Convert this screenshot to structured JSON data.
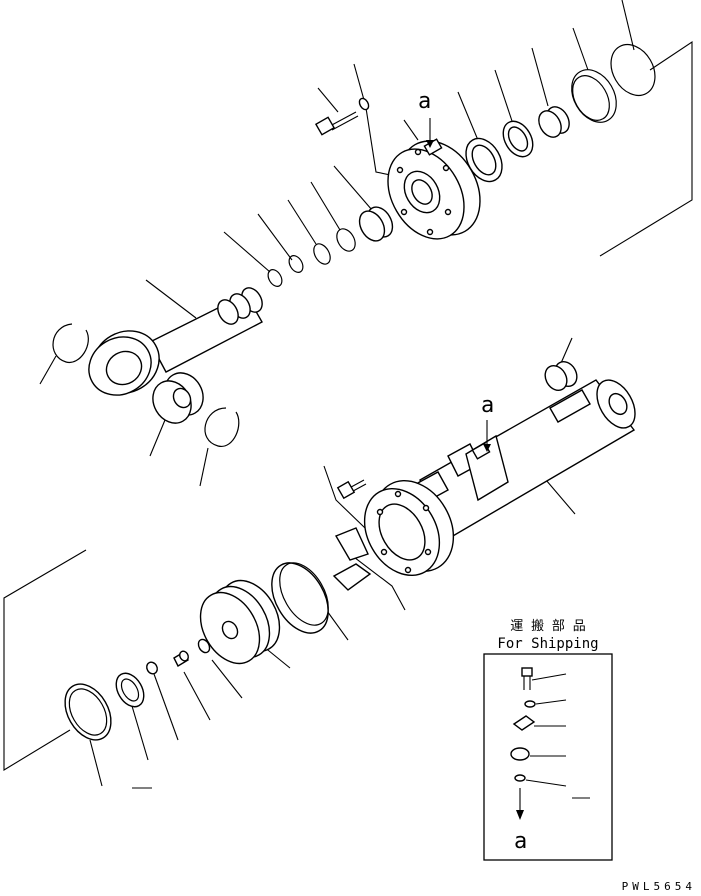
{
  "labels": {
    "view_a_top": "a",
    "view_a_mid": "a",
    "view_a_box": "a"
  },
  "shipping_box": {
    "title_jp": "運 搬 部 品",
    "title_en": "For Shipping"
  },
  "drawing_code": "PWL5654",
  "colors": {
    "ink": "#000000",
    "paper": "#ffffff"
  }
}
